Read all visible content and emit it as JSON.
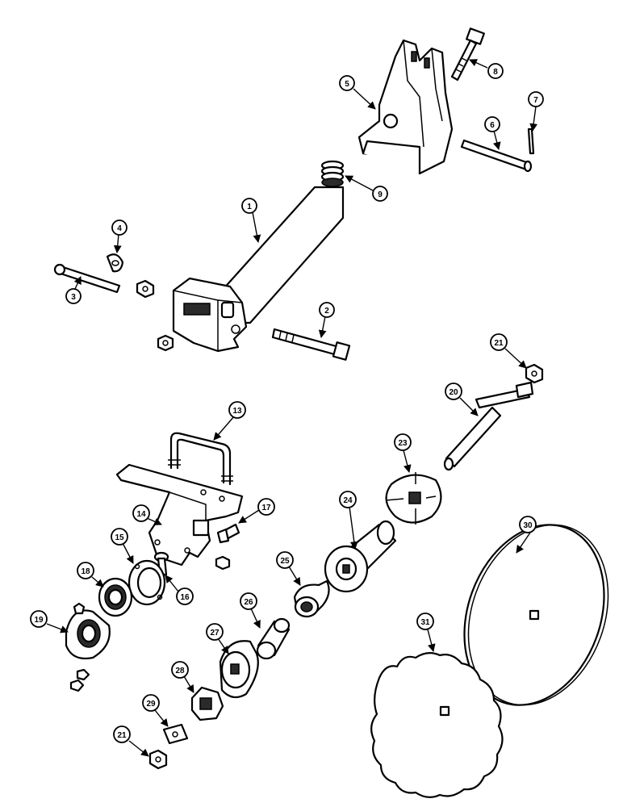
{
  "diagram": {
    "callouts": [
      "1",
      "2",
      "3",
      "4",
      "5",
      "6",
      "7",
      "8",
      "9",
      "13",
      "14",
      "15",
      "16",
      "17",
      "18",
      "19",
      "20",
      "21",
      "21",
      "23",
      "24",
      "25",
      "26",
      "27",
      "28",
      "29",
      "30",
      "31"
    ]
  }
}
